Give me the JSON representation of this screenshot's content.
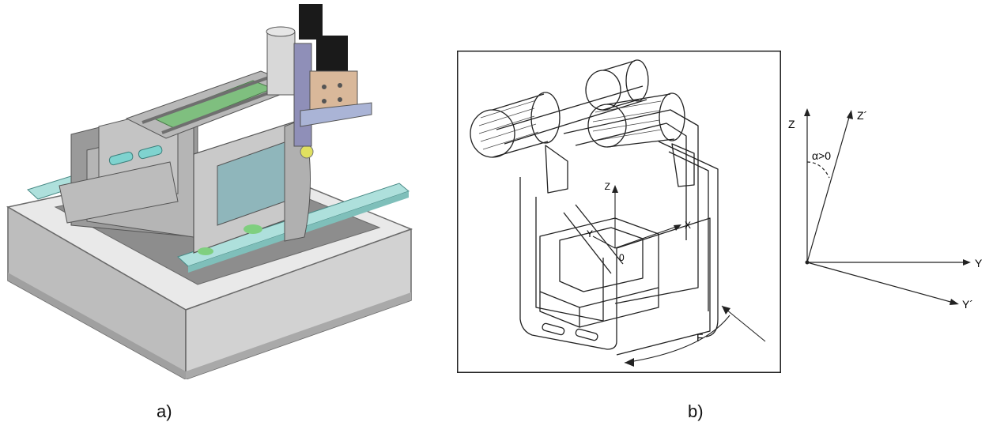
{
  "figure": {
    "caption_a": "a)",
    "caption_b": "b)"
  },
  "fixture_drawing": {
    "labels": {
      "z": "Z",
      "x": "X",
      "y": "Y",
      "origin": "0",
      "force": "F"
    }
  },
  "axes_diagram": {
    "labels": {
      "z": "Z",
      "z_prime": "Z´",
      "y": "Y",
      "y_prime": "Y´",
      "angle": "α>0"
    }
  }
}
